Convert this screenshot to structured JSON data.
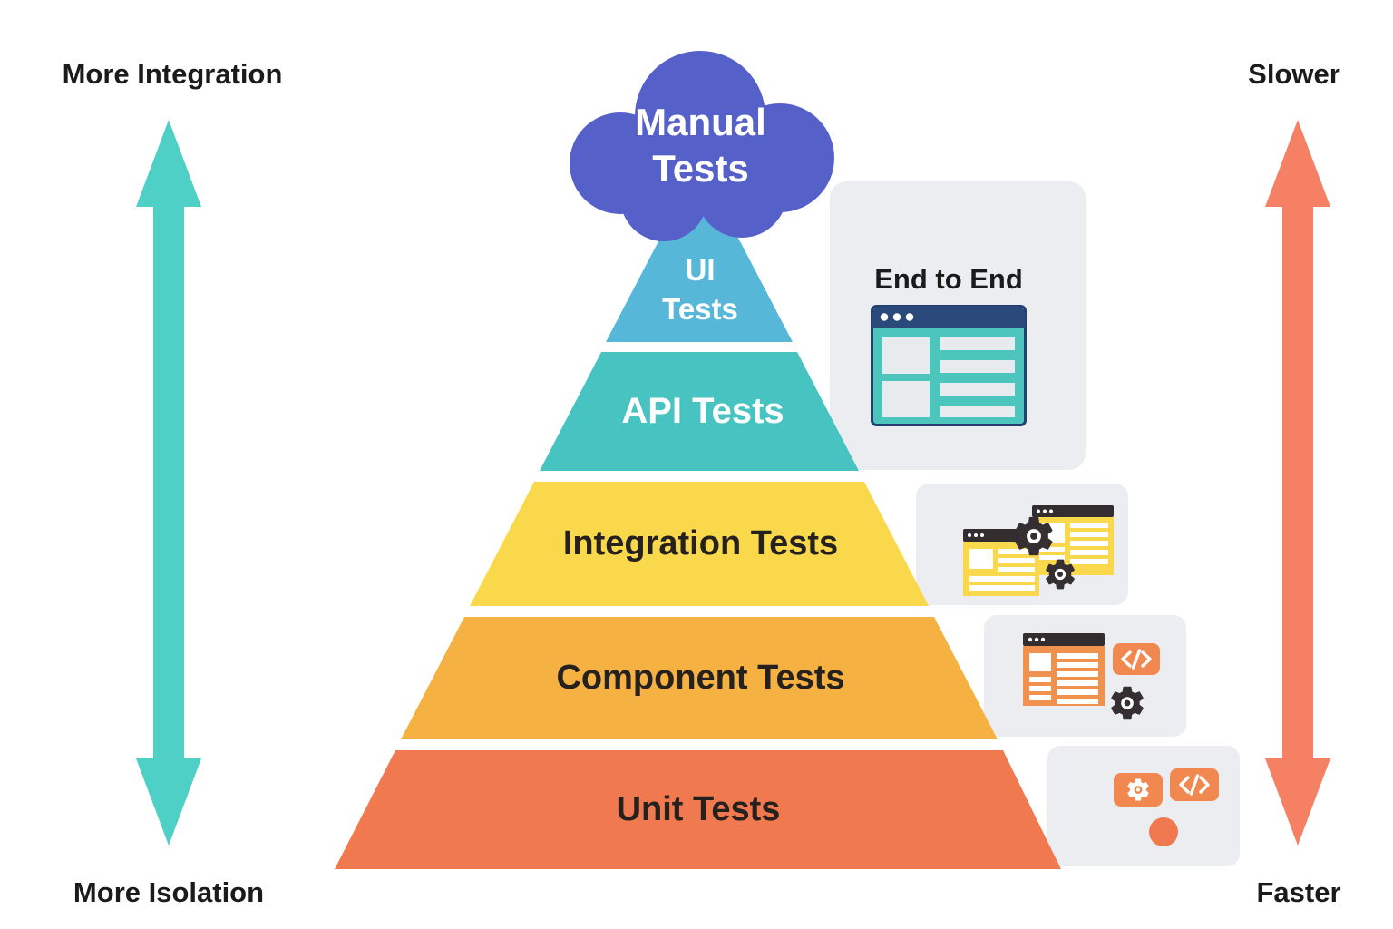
{
  "axis_labels": {
    "left_top": "More Integration",
    "left_bottom": "More Isolation",
    "right_top": "Slower",
    "right_bottom": "Faster"
  },
  "cloud": {
    "label": "Manual\nTests"
  },
  "pyramid": {
    "layers": [
      {
        "id": "ui-tests",
        "label": "UI\nTests",
        "color": "#57b7d9",
        "text_color": "#ffffff"
      },
      {
        "id": "api-tests",
        "label": "API Tests",
        "color": "#47c4c1",
        "text_color": "#ffffff"
      },
      {
        "id": "integration-tests",
        "label": "Integration Tests",
        "color": "#f9d94b",
        "text_color": "#25211e"
      },
      {
        "id": "component-tests",
        "label": "Component Tests",
        "color": "#f6b143",
        "text_color": "#25211e"
      },
      {
        "id": "unit-tests",
        "label": "Unit Tests",
        "color": "#f1794f",
        "text_color": "#25211e"
      }
    ]
  },
  "side_panels": {
    "end_to_end": {
      "label": "End to End",
      "icons": [
        "browser-window-icon"
      ]
    },
    "integration": {
      "icons": [
        "browser-window-icon",
        "browser-window-icon",
        "gear-icon",
        "gear-icon"
      ]
    },
    "component": {
      "icons": [
        "browser-window-icon",
        "code-chip-icon",
        "gear-icon"
      ]
    },
    "unit": {
      "icons": [
        "gear-chip-icon",
        "code-chip-icon",
        "dot-icon"
      ]
    }
  },
  "colors": {
    "cloud": "#5561c8",
    "arrow_left": "#4ed0c6",
    "arrow_right": "#f58064",
    "panel_bg": "#ebedf0",
    "text_dark": "#1c1b1b",
    "browser_titlebar_navy": "#2b4a7c",
    "browser_body_teal": "#4cc5bd",
    "icon_dark": "#362f31",
    "icon_orange": "#f0914d",
    "icon_yellow": "#f9d94b",
    "unit_dot_orange": "#f1794f"
  }
}
